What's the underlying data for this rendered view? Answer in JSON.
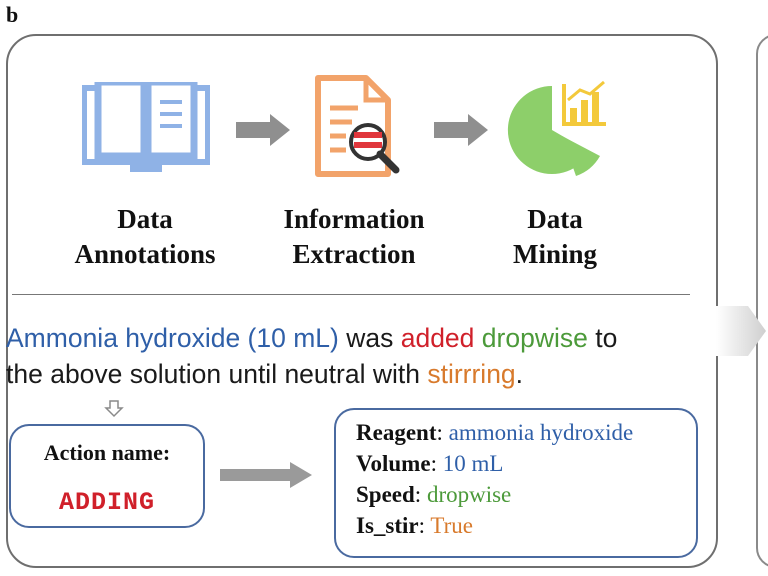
{
  "panel_label": "b",
  "pipeline": {
    "steps": [
      {
        "icon": "book-icon",
        "line1": "Data",
        "line2": "Annotations"
      },
      {
        "icon": "document-magnifier-icon",
        "line1": "Information",
        "line2": "Extraction"
      },
      {
        "icon": "pie-chart-icon",
        "line1": "Data",
        "line2": "Mining"
      }
    ]
  },
  "example": {
    "sentence": {
      "reagent": "Ammonia hydroxide (10 mL)",
      "t1": " was ",
      "action": "added",
      "t2": " ",
      "speed": "dropwise",
      "t3": " to",
      "line2a": "the above solution until neutral with ",
      "stir": "stirrring",
      "line2b": "."
    },
    "action_box": {
      "title": "Action name:",
      "value": "ADDING"
    },
    "details": [
      {
        "key": "Reagent",
        "value": "ammonia hydroxide",
        "color": "#2f5fa8"
      },
      {
        "key": "Volume",
        "value": "10 mL",
        "color": "#2f5fa8"
      },
      {
        "key": "Speed",
        "value": "dropwise",
        "color": "#4c9a3a"
      },
      {
        "key": "Is_stir",
        "value": "True",
        "color": "#d87a2c"
      }
    ]
  },
  "colors": {
    "book": "#8fb2e6",
    "document": "#f2a36a",
    "magnifier_red": "#e0363c",
    "pie_green": "#8dcf6a",
    "chart_yellow": "#f3c93b",
    "arrow_gray": "#8f8f8f"
  }
}
